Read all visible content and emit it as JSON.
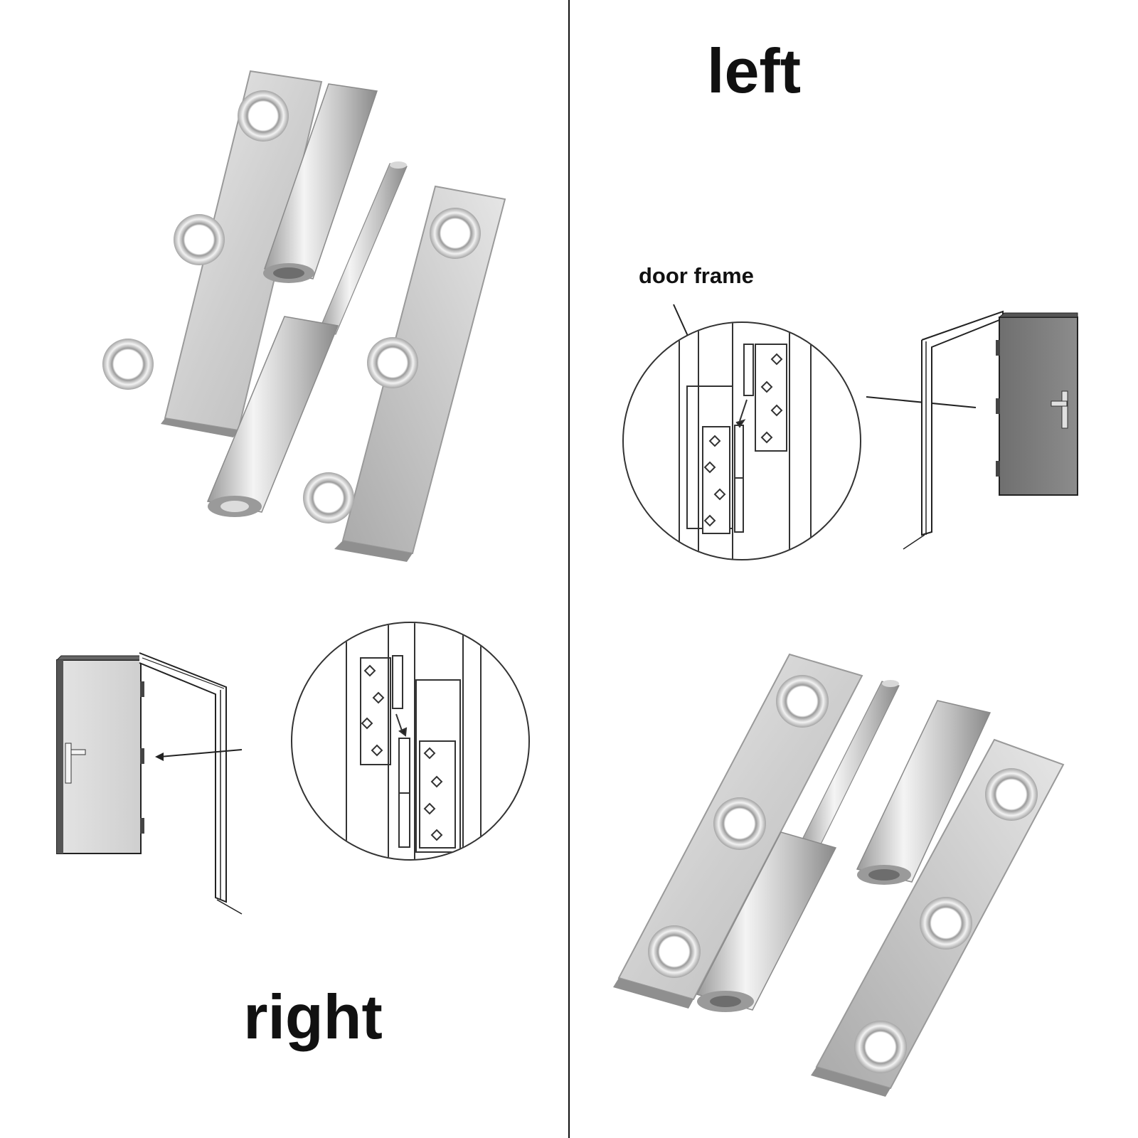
{
  "labels": {
    "left": "left",
    "right": "right",
    "door_frame": "door frame"
  },
  "colors": {
    "background": "#ffffff",
    "steel_light": "#e2e2e2",
    "steel_mid": "#c4c4c4",
    "steel_dark": "#8e8e8e",
    "line": "#222222",
    "door_dark": "#7d7d7d",
    "door_light": "#dcdcdc"
  }
}
